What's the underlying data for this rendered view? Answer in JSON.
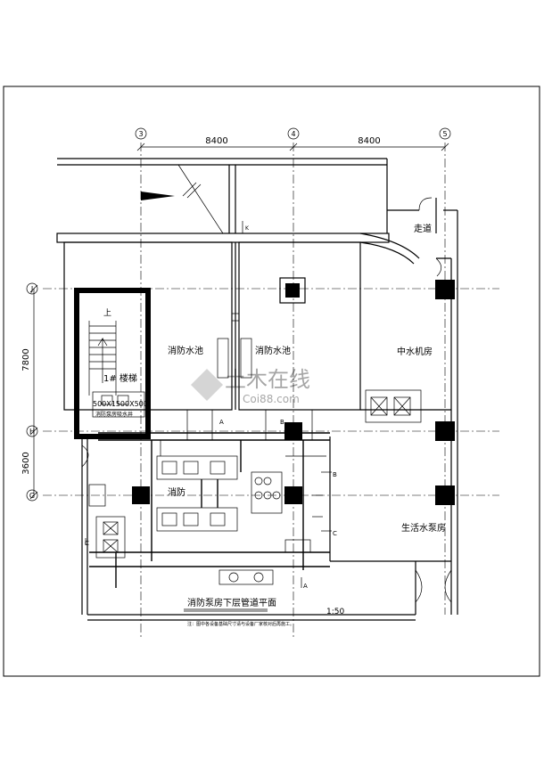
{
  "axes": {
    "vertical": [
      "3",
      "4",
      "5"
    ],
    "horizontal": [
      "J",
      "H",
      "G"
    ]
  },
  "dimensions": {
    "span_3_4": "8400",
    "span_4_5": "8400",
    "span_J_H": "7800",
    "span_H_G": "3600"
  },
  "rooms": {
    "pool_left": "消防水池",
    "pool_right": "消防水池",
    "reclaimed_water": "中水机房",
    "corridor": "走道",
    "domestic_pump": "生活水泵房",
    "stair": "1# 楼梯",
    "up_label": "上",
    "fire_pump_label": "消防",
    "pit_note": "500X1500X500",
    "pit_note2": "消防泵房吸水井"
  },
  "markers": {
    "a1": "A",
    "a2": "A",
    "b1": "B",
    "b2": "B",
    "c1": "C",
    "c2": "C",
    "k1": "K"
  },
  "title": {
    "text": "消防泵房下层管道平面",
    "scale": "1:50",
    "note": "注：图中各设备基础尺寸请与设备厂家核对后再施工。"
  },
  "watermark": {
    "text": "土木在线",
    "url": "Coi88.com"
  }
}
